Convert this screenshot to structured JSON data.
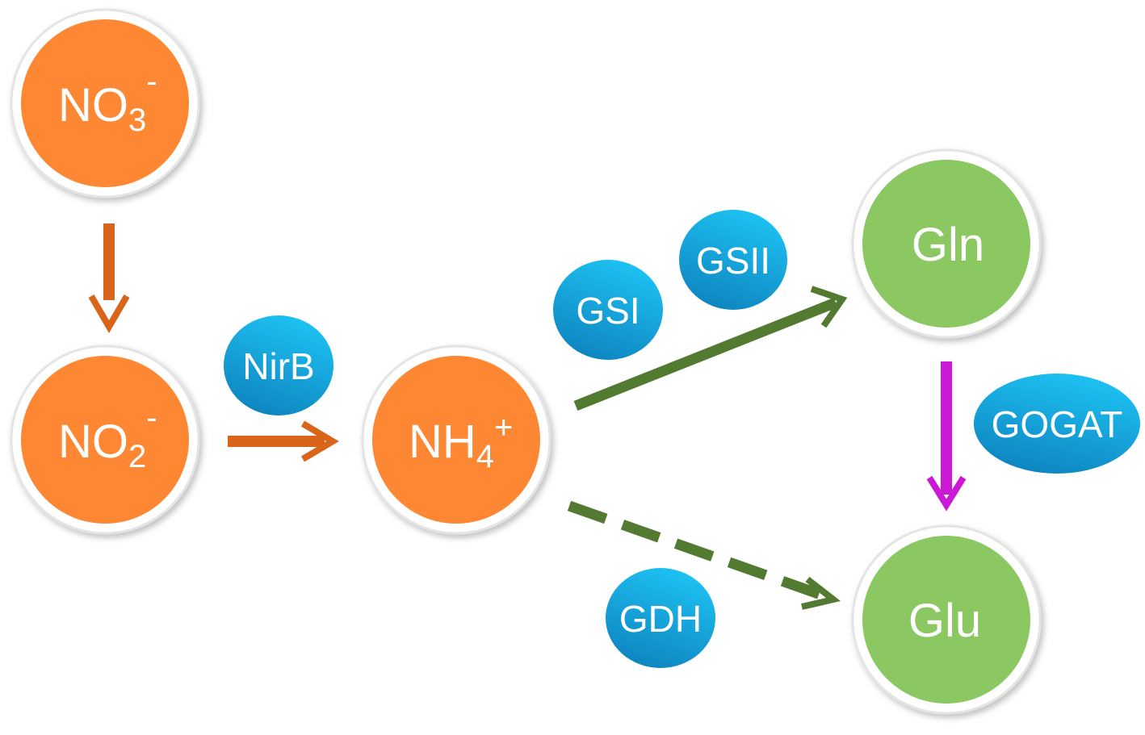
{
  "colors": {
    "substrate": "#fd8733",
    "product": "#8cc862",
    "enzyme_top": "#1ec0f2",
    "enzyme_bottom": "#0f87c2",
    "orange_arrow": "#d8651a",
    "green_arrow": "#527a30",
    "magenta_arrow": "#cc19d6"
  },
  "nodes": {
    "no3": {
      "base": "NO",
      "sub": "3",
      "sup": "-"
    },
    "no2": {
      "base": "NO",
      "sub": "2",
      "sup": "-"
    },
    "nh4": {
      "base": "NH",
      "sub": "4",
      "sup": "+"
    },
    "gln": {
      "label": "Gln"
    },
    "glu": {
      "label": "Glu"
    }
  },
  "enzymes": {
    "nirb": "NirB",
    "gsi": "GSI",
    "gsii": "GSII",
    "gdh": "GDH",
    "gogat": "GOGAT"
  }
}
